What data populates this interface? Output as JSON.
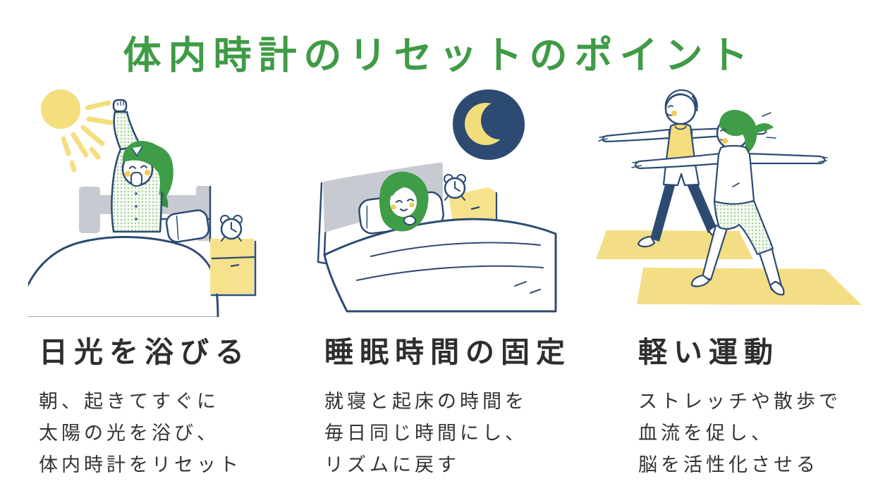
{
  "title": "体内時計のリセットのポイント",
  "colors": {
    "title_green": "#3f9b45",
    "outline_navy": "#2d4b72",
    "accent_yellow": "#f4de7e",
    "mat_yellow": "#f3dd85",
    "furniture_yellow": "#f6e28c",
    "hair_green": "#3f9c47",
    "pajama_dot_green": "#9bd098",
    "headboard_gray": "#c7cbd1",
    "blush_yellow": "#f2cc57",
    "text_dark": "#333333"
  },
  "sections": [
    {
      "id": "sunlight",
      "illustration": "woman-stretching-in-bed-under-morning-sun",
      "heading": "日光を浴びる",
      "lines": [
        "朝、起きてすぐに",
        "太陽の光を浴び、",
        "体内時計をリセット"
      ]
    },
    {
      "id": "fixed-sleep-time",
      "illustration": "woman-sleeping-in-bed-under-crescent-moon",
      "heading": "睡眠時間の固定",
      "lines": [
        "就寝と起床の時間を",
        "毎日同じ時間にし、",
        "リズムに戻す"
      ]
    },
    {
      "id": "light-exercise",
      "illustration": "two-people-doing-yoga-on-mats",
      "heading": "軽い運動",
      "lines": [
        "ストレッチや散歩で",
        "血流を促し、",
        "脳を活性化させる"
      ]
    }
  ]
}
